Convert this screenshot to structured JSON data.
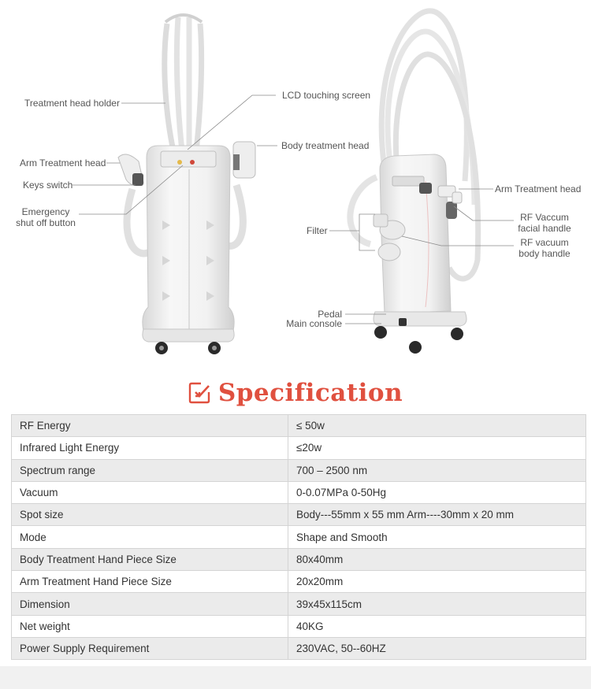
{
  "left_callouts": {
    "treatment_head_holder": "Treatment head holder",
    "lcd_touching_screen": "LCD touching screen",
    "body_treatment_head": "Body treatment head",
    "arm_treatment_head": "Arm Treatment head",
    "keys_switch": "Keys switch",
    "emergency_line1": "Emergency",
    "emergency_line2": "shut off button"
  },
  "right_callouts": {
    "arm_treatment_head": "Arm Treatment head",
    "rf_vaccum_line1": "RF Vaccum",
    "rf_vaccum_line2": "facial handle",
    "rf_vacuum_line1": "RF vacuum",
    "rf_vacuum_line2": "body handle",
    "filter": "Filter",
    "pedal": "Pedal",
    "main_console": "Main console"
  },
  "specification": {
    "title": "Specification",
    "rows": [
      {
        "label": "RF Energy",
        "value": "≤ 50w"
      },
      {
        "label": "Infrared Light Energy",
        "value": "≤20w"
      },
      {
        "label": "Spectrum range",
        "value": "700 – 2500 nm"
      },
      {
        "label": "Vacuum",
        "value": "0-0.07MPa 0-50Hg"
      },
      {
        "label": "Spot size",
        "value": "Body---55mm x 55 mm Arm----30mm x 20 mm"
      },
      {
        "label": "Mode",
        "value": "Shape and Smooth"
      },
      {
        "label": "Body Treatment Hand Piece Size",
        "value": "80x40mm"
      },
      {
        "label": "Arm Treatment Hand Piece Size",
        "value": "20x20mm"
      },
      {
        "label": "Dimension",
        "value": "39x45x115cm"
      },
      {
        "label": "Net weight",
        "value": "40KG"
      },
      {
        "label": "Power Supply Requirement",
        "value": "230VAC, 50--60HZ"
      }
    ]
  },
  "colors": {
    "accent": "#e0503f",
    "row_alt": "#ebebeb",
    "border": "#d4d4d4",
    "text": "#333333"
  },
  "icons": {
    "title_icon": "edit-check-icon"
  }
}
